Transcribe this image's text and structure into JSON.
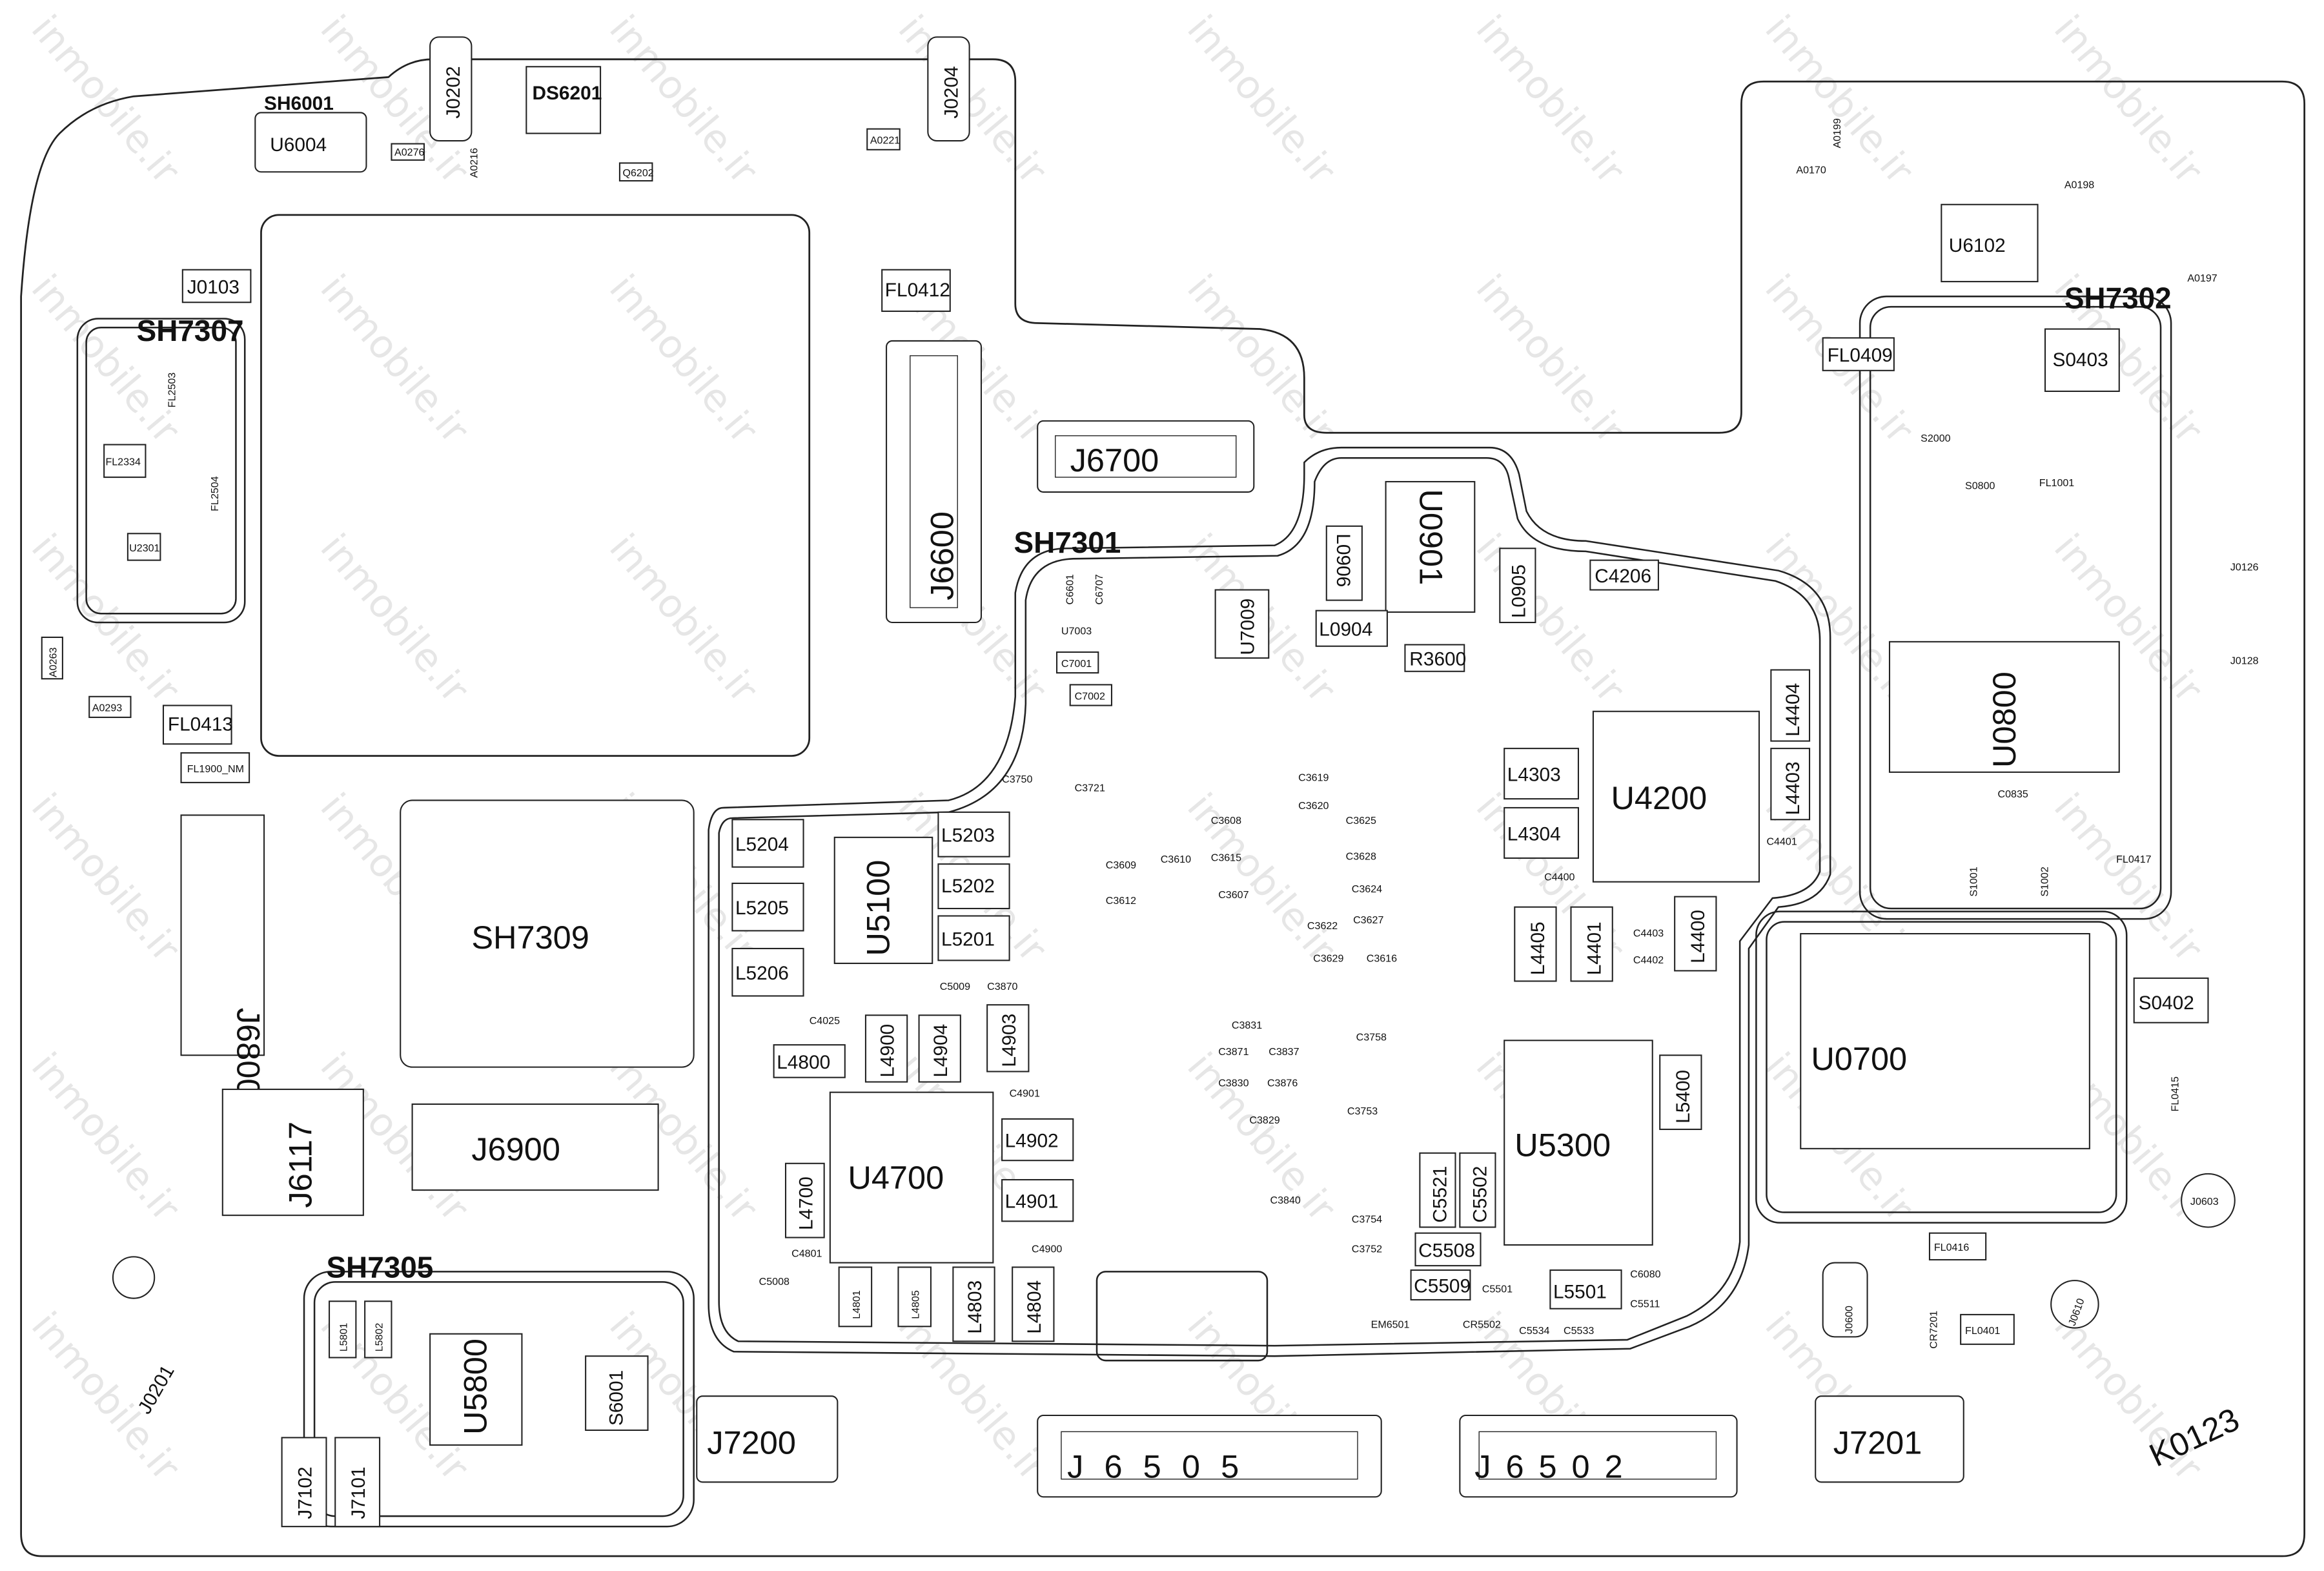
{
  "watermark": "inmobile.ir",
  "c": {
    "SH6001": "SH6001",
    "U6004": "U6004",
    "J0202": "J0202",
    "DS6201": "DS6201",
    "J0204": "J0204",
    "J0103": "J0103",
    "SH7307": "SH7307",
    "FL2334": "FL2334",
    "U2301": "U2301",
    "FL2503": "FL2503",
    "FL2504": "FL2504",
    "FL0412": "FL0412",
    "J6600": "J6600",
    "J6700": "J6700",
    "SH7301": "SH7301",
    "FL0413": "FL0413",
    "FL1900_NM": "FL1900_NM",
    "A0293": "A0293",
    "A0263": "A0263",
    "A0276": "A0276",
    "A0216": "A0216",
    "A0221": "A0221",
    "Q6202": "Q6202",
    "J6800": "J6800",
    "SH7309": "SH7309",
    "J6117": "J6117",
    "J6900": "J6900",
    "SH7305": "SH7305",
    "L5801": "L5801",
    "L5802": "L5802",
    "U5800": "U5800",
    "S6001": "S6001",
    "J7102": "J7102",
    "J7101": "J7101",
    "J0201": "J0201",
    "L5204": "L5204",
    "L5205": "L5205",
    "L5206": "L5206",
    "U5100": "U5100",
    "L5203": "L5203",
    "L5202": "L5202",
    "L5201": "L5201",
    "L4800": "L4800",
    "L4900": "L4900",
    "L4904": "L4904",
    "L4903": "L4903",
    "U4700": "U4700",
    "L4902": "L4902",
    "L4901": "L4901",
    "L4700": "L4700",
    "L4801": "L4801",
    "L4805": "L4805",
    "L4803": "L4803",
    "L4804": "L4804",
    "U0901": "U0901",
    "L0906": "L0906",
    "L0905": "L0905",
    "L0904": "L0904",
    "R3600": "R3600",
    "U7009": "U7009",
    "C4206": "C4206",
    "U4200": "U4200",
    "L4303": "L4303",
    "L4304": "L4304",
    "L4404": "L4404",
    "L4403": "L4403",
    "L4405": "L4405",
    "L4401": "L4401",
    "L4400": "L4400",
    "U5300": "U5300",
    "L5400": "L5400",
    "C5521": "C5521",
    "C5502": "C5502",
    "C5508": "C5508",
    "C5509": "C5509",
    "L5501": "L5501",
    "U6102": "U6102",
    "SH7302": "SH7302",
    "FL0409": "FL0409",
    "S0403": "S0403",
    "U0800": "U0800",
    "U0700": "U0700",
    "S0402": "S0402",
    "J0603": "J0603",
    "J0600": "J0600",
    "J0610": "J0610",
    "K0123": "K0123",
    "J7200": "J7200",
    "J6505": "J6505",
    "J6502": "J6502",
    "J7201": "J7201",
    "FL0416": "FL0416",
    "FL0401": "FL0401",
    "CR7201": "CR7201",
    "FL0417": "FL0417",
    "FL0415": "FL0415",
    "S1001": "S1001",
    "S1002": "S1002",
    "FL1001": "FL1001",
    "S0800": "S0800",
    "S2000": "S2000",
    "A0197": "A0197",
    "A0198": "A0198",
    "A0170": "A0170",
    "A0199": "A0199",
    "J0126": "J0126",
    "J0128": "J0128",
    "C4401": "C4401",
    "C4400": "C4400",
    "C4403": "C4403",
    "C4402": "C4402",
    "C7001": "C7001",
    "C7002": "C7002",
    "U7003": "U7003",
    "C6601": "C6601",
    "C6707": "C6707",
    "C3608": "C3608",
    "C3615": "C3615",
    "C3607": "C3607",
    "C3625": "C3625",
    "C3628": "C3628",
    "C3624": "C3624",
    "C3622": "C3622",
    "C3627": "C3627",
    "C3629": "C3629",
    "C3616": "C3616",
    "C3831": "C3831",
    "C3837": "C3837",
    "C3871": "C3871",
    "C3830": "C3830",
    "C3876": "C3876",
    "C3829": "C3829",
    "C3840": "C3840",
    "C3758": "C3758",
    "C3753": "C3753",
    "C3754": "C3754",
    "C3752": "C3752",
    "C5009": "C5009",
    "C3870": "C3870",
    "C4025": "C4025",
    "C4900": "C4900",
    "C4901": "C4901",
    "C4801": "C4801",
    "C5008": "C5008",
    "C0835": "C0835",
    "C5534": "C5534",
    "C5533": "C5533",
    "EM6501": "EM6501",
    "CR5502": "CR5502",
    "C6080": "C6080",
    "C5511": "C5511",
    "C5501": "C5501",
    "C3750": "C3750",
    "C3721": "C3721",
    "C3609": "C3609",
    "C3610": "C3610",
    "C3612": "C3612",
    "C3619": "C3619",
    "C3620": "C3620"
  }
}
